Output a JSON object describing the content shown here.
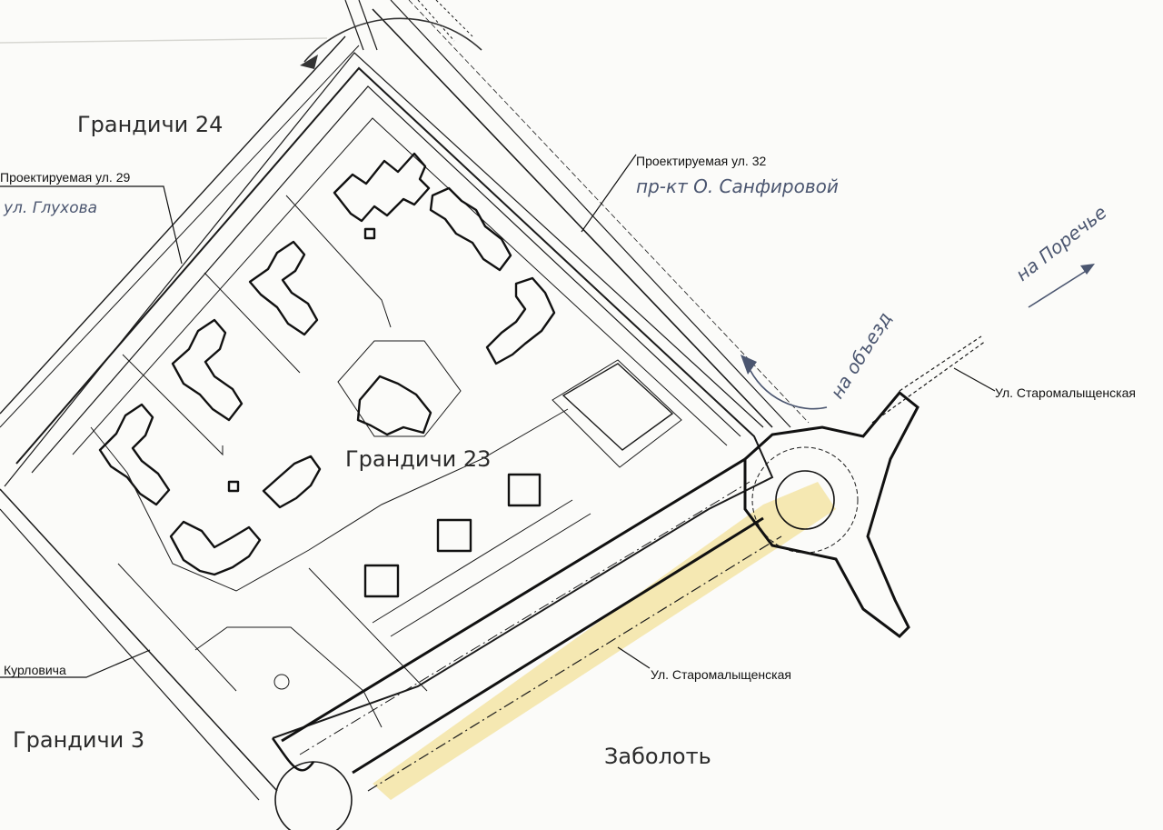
{
  "labels": {
    "grandichi_24": "Грандичи 24",
    "grandichi_23": "Грандичи 23",
    "grandichi_3": "Грандичи 3",
    "zabolot": "Заболоть",
    "proj_street_29": "Проектируемая ул. 29",
    "glukhova": "ул. Глухова",
    "proj_street_32": "Проектируемая ул. 32",
    "sanfirovoy": "пр-кт О. Санфировой",
    "staromal_right": "Ул. Старомалыщенская",
    "staromal_bottom": "Ул. Старомалыщенская",
    "kurlovicha": "Курловича",
    "na_porechye": "на Поречье",
    "na_obyezd": "на объезд"
  },
  "colors": {
    "line": "#1a1a1a",
    "road_highlight": "#f3e4a6",
    "annotation_blue": "#4b5670",
    "paper": "#fbfbf9"
  }
}
